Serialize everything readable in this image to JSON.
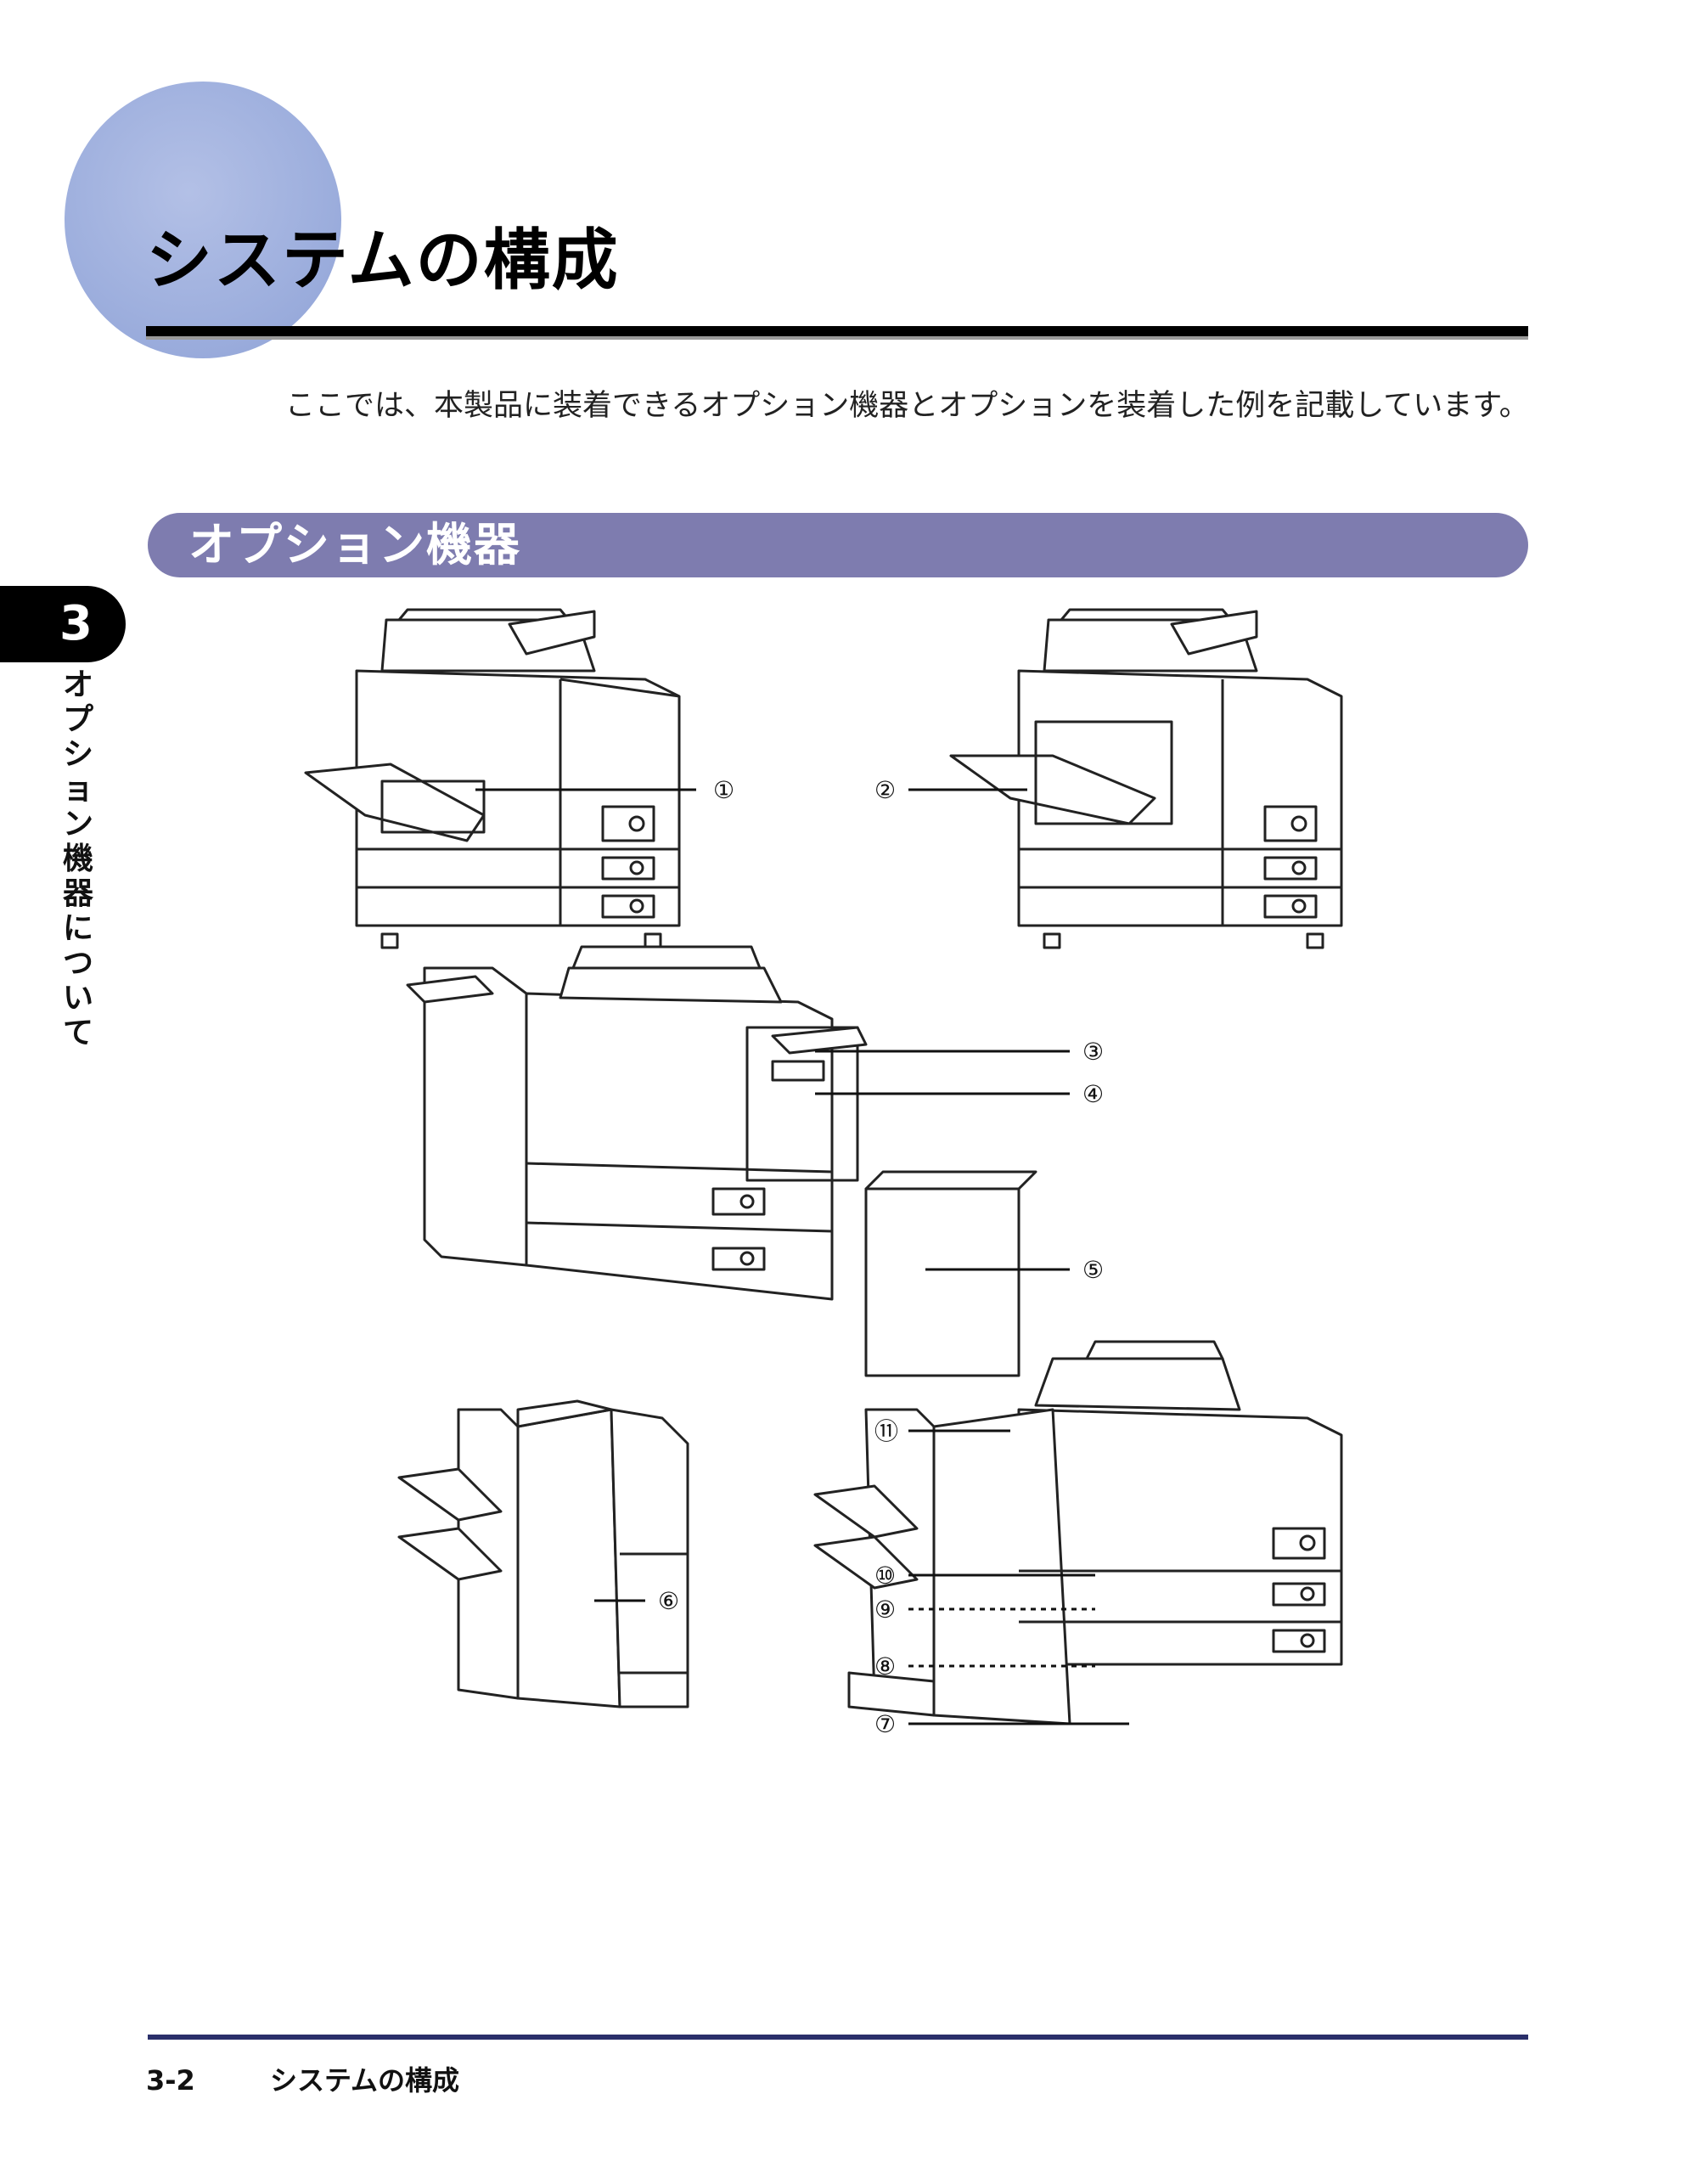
{
  "page": {
    "title": "システムの構成",
    "intro": "ここでは、本製品に装着できるオプション機器とオプションを装着した例を記載しています。",
    "section_heading": "オプション機器"
  },
  "chapter": {
    "number": "3",
    "side_label": "オプション機器について"
  },
  "callouts": [
    "①",
    "②",
    "③",
    "④",
    "⑤",
    "⑥",
    "⑦",
    "⑧",
    "⑨",
    "⑩",
    "⑪"
  ],
  "footer": {
    "page_number": "3-2",
    "title": "システムの構成"
  },
  "colors": {
    "section_bar": "#7e7caf",
    "title_circle": "#9fb0de",
    "footer_rule": "#2a2f6a"
  }
}
